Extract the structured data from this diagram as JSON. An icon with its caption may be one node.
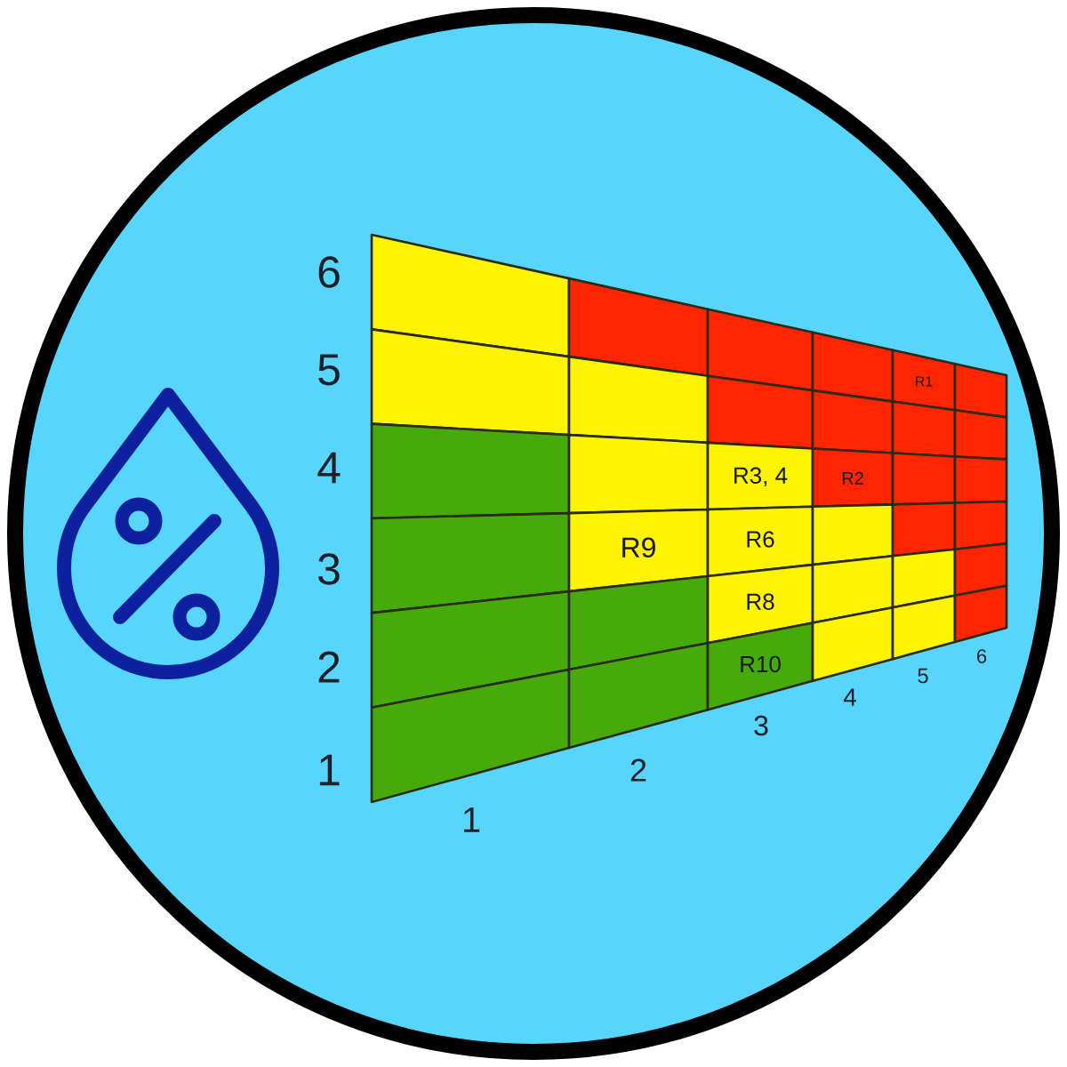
{
  "diagram": {
    "nodes": [
      {
        "text": [],
        "shape": "box"
      },
      {
        "text": [],
        "shape": "box"
      },
      {
        "text": [],
        "shape": "box"
      },
      {
        "text": [],
        "shape": "box"
      },
      {
        "text": [
          "R1"
        ]
      },
      {
        "text": [],
        "shape": "box"
      },
      {
        "text": [],
        "shape": "box"
      },
      {
        "text": [],
        "shape": "box"
      },
      {
        "text": [],
        "shape": "box"
      },
      {
        "text": [],
        "shape": "box"
      },
      {
        "text": [],
        "shape": "box"
      },
      {
        "text": [],
        "shape": "box"
      },
      {
        "text": [],
        "shape": "box"
      },
      {
        "text": [],
        "shape": "box"
      },
      {
        "text": [
          "R3, 4"
        ]
      },
      {
        "text": [
          "R2"
        ]
      },
      {
        "text": [],
        "shape": "box"
      },
      {
        "text": [],
        "shape": "box"
      },
      {
        "text": [],
        "shape": "box"
      },
      {
        "text": [
          "R9"
        ]
      },
      {
        "text": [
          "R6"
        ]
      },
      {
        "text": [],
        "shape": "box"
      },
      {
        "text": [],
        "shape": "box"
      },
      {
        "text": [],
        "shape": "box"
      },
      {
        "text": [],
        "shape": "box"
      },
      {
        "text": [],
        "shape": "box"
      },
      {
        "text": [
          "R8"
        ]
      },
      {
        "text": [],
        "shape": "box"
      },
      {
        "text": [],
        "shape": "box"
      },
      {
        "text": [],
        "shape": "box"
      },
      {
        "text": [],
        "shape": "box"
      },
      {
        "text": [],
        "shape": "box"
      },
      {
        "text": [
          "R10"
        ]
      },
      {
        "text": [],
        "shape": "box"
      },
      {
        "text": [],
        "shape": "box"
      },
      {
        "text": [],
        "shape": "box"
      }
    ],
    "labels": [
      "6",
      "5",
      "4",
      "3",
      "2",
      "1",
      "1",
      "2",
      "3",
      "4",
      "5",
      "6"
    ]
  }
}
